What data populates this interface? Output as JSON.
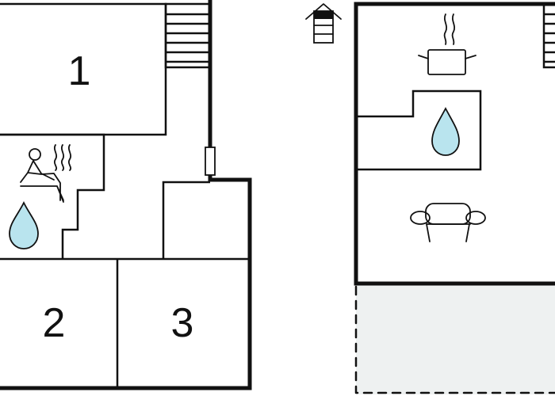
{
  "rooms": [
    {
      "id": "room-1",
      "label": "1"
    },
    {
      "id": "room-2",
      "label": "2"
    },
    {
      "id": "room-3",
      "label": "3"
    }
  ],
  "icons": [
    {
      "name": "sauna-icon"
    },
    {
      "name": "water-drop-icon"
    },
    {
      "name": "cooking-pot-icon"
    },
    {
      "name": "sofa-icon"
    },
    {
      "name": "upstairs-arrow-icon"
    },
    {
      "name": "staircase-icon"
    },
    {
      "name": "door-icon"
    }
  ],
  "colors": {
    "wall": "#111111",
    "bathroom_fill": "#b9e4ee",
    "terrace_fill": "#eef1f1",
    "background": "#ffffff"
  }
}
